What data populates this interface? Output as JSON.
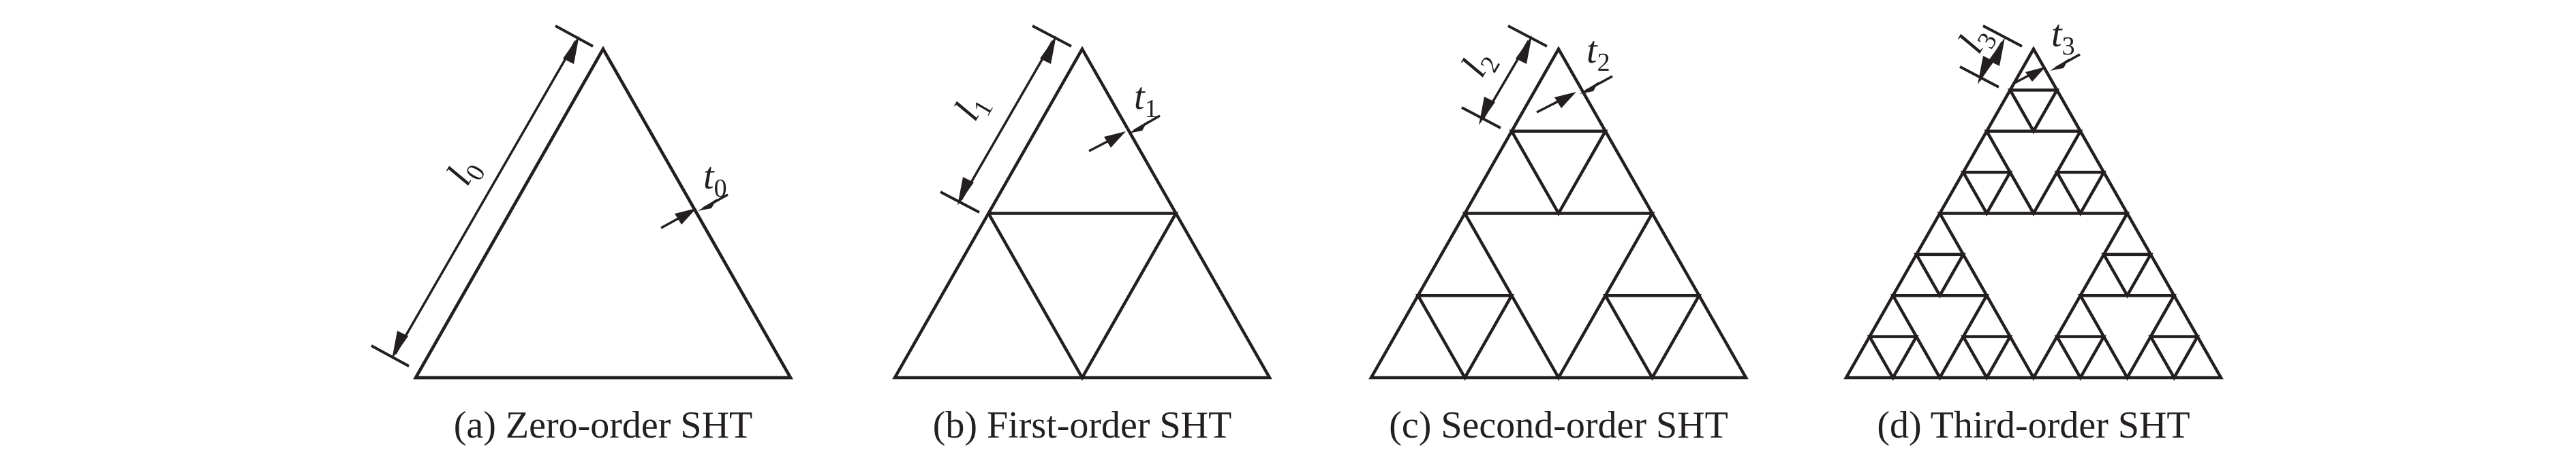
{
  "diagrams": [
    {
      "caption": "(a) Zero-order SHT",
      "order": 0,
      "length_symbol": "l",
      "length_sub": "0",
      "thickness_symbol": "t",
      "thickness_sub": "0"
    },
    {
      "caption": "(b) First-order SHT",
      "order": 1,
      "length_symbol": "l",
      "length_sub": "1",
      "thickness_symbol": "t",
      "thickness_sub": "1"
    },
    {
      "caption": "(c) Second-order SHT",
      "order": 2,
      "length_symbol": "l",
      "length_sub": "2",
      "thickness_symbol": "t",
      "thickness_sub": "2"
    },
    {
      "caption": "(d) Third-order SHT",
      "order": 3,
      "length_symbol": "l",
      "length_sub": "3",
      "thickness_symbol": "t",
      "thickness_sub": "3"
    }
  ],
  "colors": {
    "stroke": "#231f20",
    "background": "#ffffff"
  }
}
